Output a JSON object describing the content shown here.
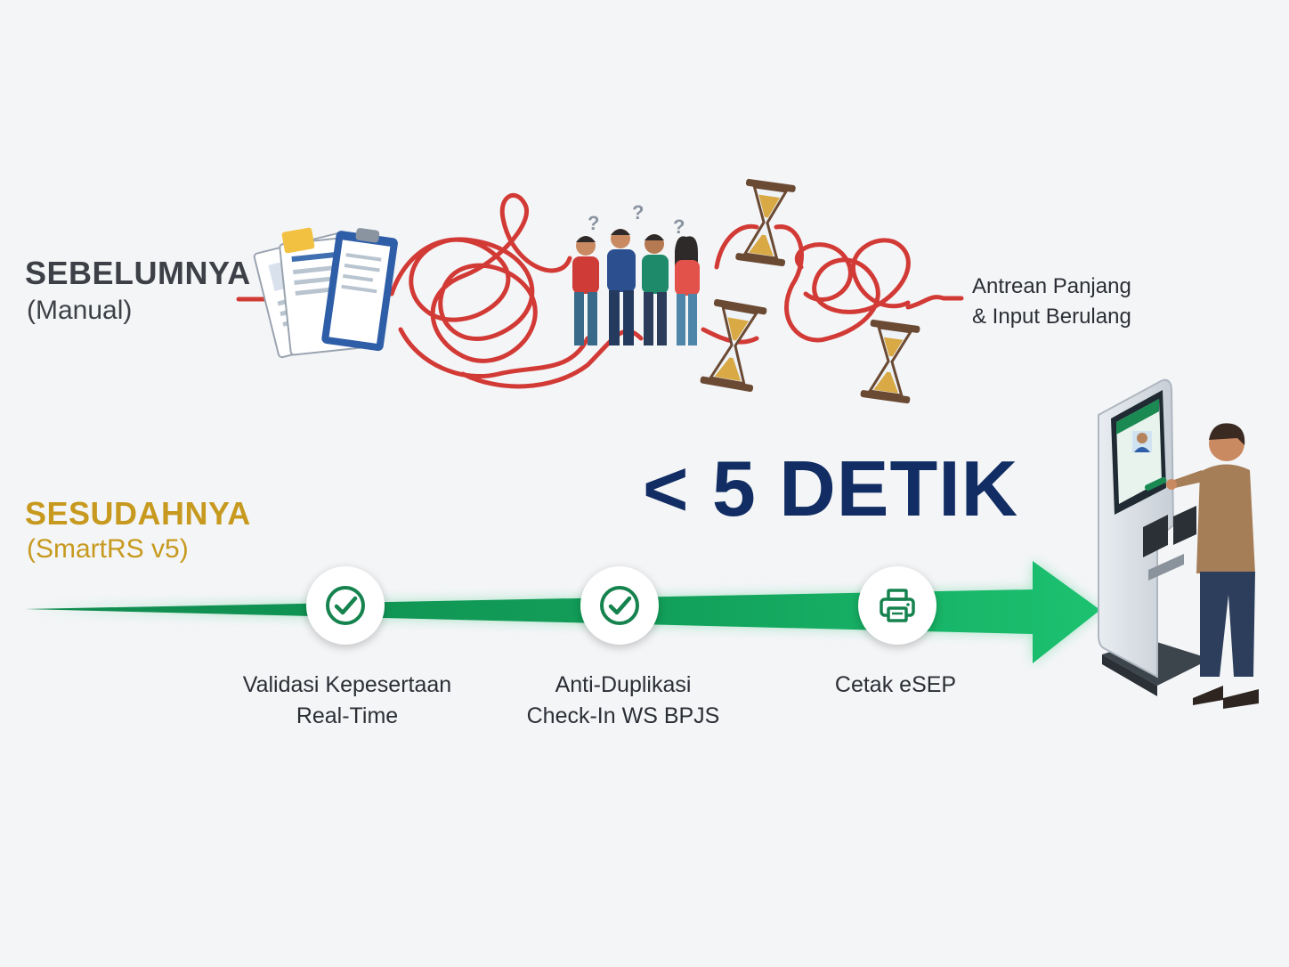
{
  "before": {
    "title": "SEBELUMNYA",
    "subtitle": "(Manual)",
    "outcome_line1": "Antrean Panjang",
    "outcome_line2": "& Input Berulang"
  },
  "after": {
    "title": "SESUDAHNYA",
    "subtitle": "(SmartRS v5)",
    "speed_label": "< 5 DETIK",
    "steps": [
      {
        "icon": "check-circle-icon",
        "line1": "Validasi Kepesertaan",
        "line2": "Real-Time"
      },
      {
        "icon": "check-circle-icon",
        "line1": "Anti-Duplikasi",
        "line2": "Check-In WS BPJS"
      },
      {
        "icon": "printer-icon",
        "line1": "Cetak eSEP",
        "line2": ""
      }
    ]
  },
  "colors": {
    "before_text": "#3d4147",
    "after_accent": "#c79a1f",
    "speed_text": "#112d63",
    "tangle_red": "#d23a36",
    "arrow_green": "#12a05a",
    "icon_green": "#16834f"
  },
  "illustrations": [
    "paperwork-clipboard-icon",
    "confused-people-group",
    "hourglass-icon",
    "self-service-kiosk",
    "person-using-kiosk"
  ]
}
